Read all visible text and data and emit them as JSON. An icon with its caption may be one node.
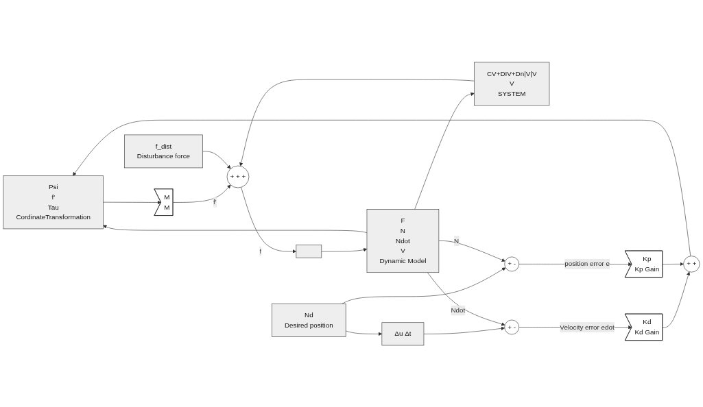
{
  "diagram": {
    "nodes": [
      {
        "text": [
          "Psi",
          "f'",
          "Tau",
          "CordinateTransformation"
        ]
      },
      {
        "text": [
          "f_dist",
          "Disturbance force"
        ]
      },
      {
        "text": [
          "M",
          "M"
        ]
      },
      {
        "text": [
          "+ + +"
        ]
      },
      {
        "text": [],
        "shape": "box"
      },
      {
        "text": [
          "F",
          "N",
          "Ndot",
          "V",
          "Dynamic Model"
        ]
      },
      {
        "text": [
          "CV+DIV+Dn|V|V",
          "V",
          "SYSTEM"
        ]
      },
      {
        "text": [
          "+ +"
        ]
      },
      {
        "text": [
          "Kd",
          "Kd Gain"
        ]
      },
      {
        "text": [
          "Kp",
          "Kp Gain"
        ]
      },
      {
        "text": [
          "Δu Δt"
        ]
      },
      {
        "text": [
          "+ -"
        ]
      },
      {
        "text": [
          "+ -"
        ]
      },
      {
        "text": [
          "Nd",
          "Desired position"
        ]
      }
    ],
    "edges": [
      {
        "from": 13,
        "to": 10,
        "arrow": "to"
      },
      {
        "from": 13,
        "to": 12,
        "arrow": "to"
      },
      {
        "from": 10,
        "to": 11,
        "arrow": "to"
      },
      {
        "from": 11,
        "to": 8,
        "arrow": "to",
        "label": "Velocity error edot"
      },
      {
        "from": 12,
        "to": 9,
        "arrow": "to",
        "label": "position error e"
      },
      {
        "from": 8,
        "to": 7,
        "arrow": "to"
      },
      {
        "from": 9,
        "to": 7,
        "arrow": "to"
      },
      {
        "from": 7,
        "to": 0,
        "arrow": "to"
      },
      {
        "from": 0,
        "to": 2,
        "arrow": "to"
      },
      {
        "from": 2,
        "to": 3,
        "arrow": "to",
        "label": "f'"
      },
      {
        "from": 1,
        "to": 3,
        "arrow": "to"
      },
      {
        "from": 6,
        "to": 3,
        "arrow": "to"
      },
      {
        "from": 3,
        "to": 4,
        "arrow": "to",
        "label": "f"
      },
      {
        "from": 4,
        "to": 5,
        "arrow": "to"
      },
      {
        "from": 5,
        "to": 6,
        "arrow": "to"
      },
      {
        "from": 5,
        "to": 0,
        "arrow": "to"
      },
      {
        "from": 5,
        "to": 11,
        "arrow": "to",
        "label": "Ndot"
      },
      {
        "from": 5,
        "to": 12,
        "arrow": "to",
        "label": "N"
      }
    ]
  }
}
